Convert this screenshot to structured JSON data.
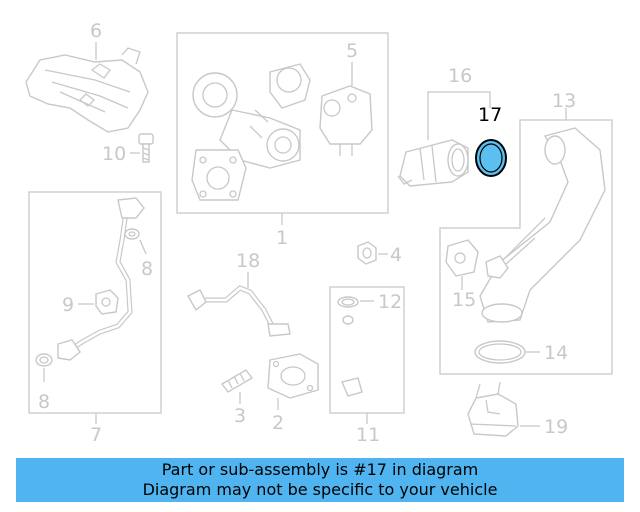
{
  "callouts": {
    "c1": "1",
    "c2": "2",
    "c3": "3",
    "c4": "4",
    "c5": "5",
    "c6": "6",
    "c7": "7",
    "c8a": "8",
    "c8b": "8",
    "c9": "9",
    "c10": "10",
    "c11": "11",
    "c12": "12",
    "c13": "13",
    "c14": "14",
    "c15": "15",
    "c16": "16",
    "c17": "17",
    "c18": "18",
    "c19": "19"
  },
  "highlight": {
    "part_number": "17",
    "fill_color": "#5bc0f0",
    "stroke_color": "#000000"
  },
  "colors": {
    "line_gray": "#c8c8c8",
    "banner_blue": "#4fb4ef"
  },
  "banner": {
    "line1": "Part or sub-assembly is #17 in diagram",
    "line2": "Diagram may not be specific to your vehicle"
  }
}
